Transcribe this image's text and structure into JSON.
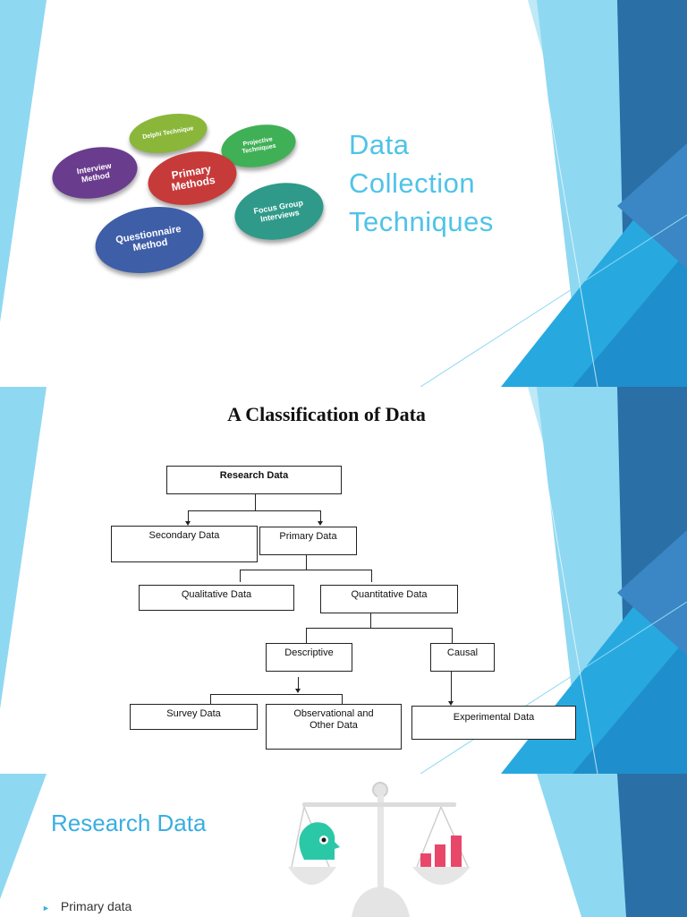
{
  "slide1": {
    "title_lines": [
      "Data",
      "Collection",
      "Techniques"
    ],
    "diagram": {
      "center": "Primary Methods",
      "delphi": "Delphi Technique",
      "projective": "Projective Techniques",
      "interview": "Interview Method",
      "focus": "Focus Group Interviews",
      "questionnaire": "Questionnaire Method"
    }
  },
  "slide2": {
    "title": "A Classification of Data",
    "boxes": {
      "research": "Research Data",
      "secondary": "Secondary Data",
      "primary": "Primary Data",
      "qualitative": "Qualitative Data",
      "quantitative": "Quantitative Data",
      "descriptive": "Descriptive",
      "causal": "Causal",
      "survey": "Survey Data",
      "observational": "Observational and Other Data",
      "experimental": "Experimental Data"
    }
  },
  "slide3": {
    "title": "Research Data",
    "bullet": "Primary data"
  },
  "colors": {
    "accent": "#4fc3e8",
    "deco_light": "#8fd8f2",
    "deco_mid": "#27a9e0",
    "deco_dark": "#2a6fa6"
  }
}
